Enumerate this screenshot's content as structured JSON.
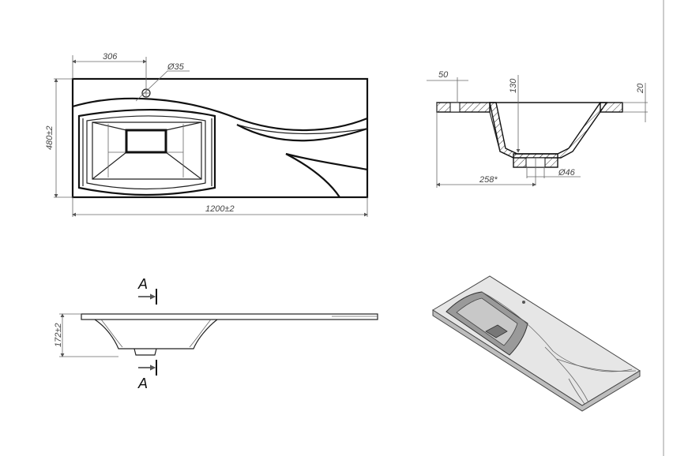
{
  "top_view": {
    "dim_tap_offset": "306",
    "dim_tap_hole": "Ø35",
    "dim_depth": "480±2",
    "dim_width": "1200±2"
  },
  "section_view": {
    "dim_rim": "50",
    "dim_basin_depth": "130",
    "dim_thickness": "20",
    "dim_drain_offset": "258*",
    "dim_drain": "Ø46"
  },
  "side_view": {
    "section_label_top": "A",
    "section_label_bottom": "A",
    "dim_height": "172±2"
  }
}
